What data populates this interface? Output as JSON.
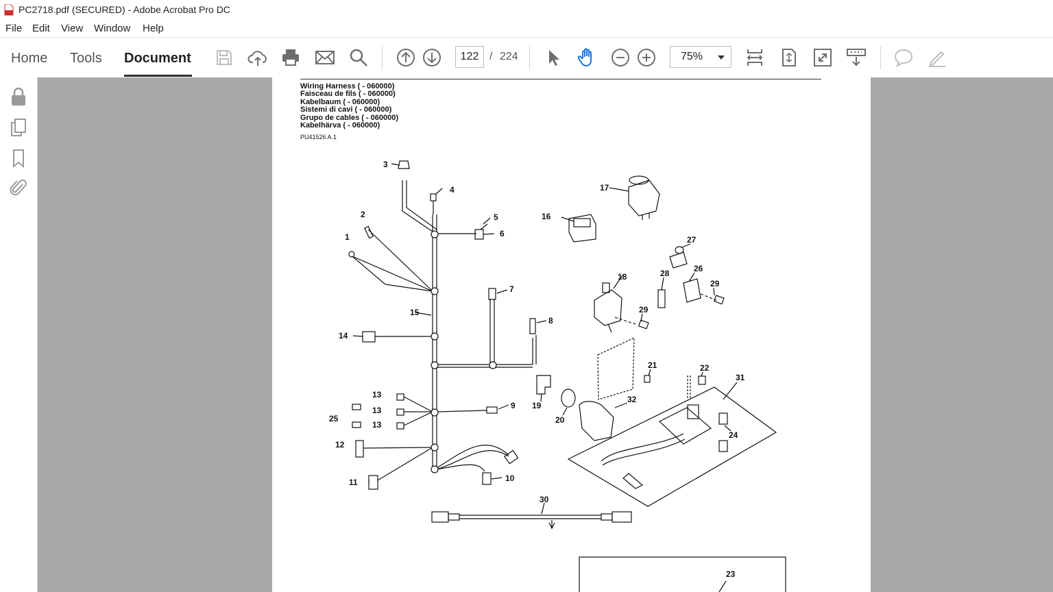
{
  "window": {
    "title": "PC2718.pdf (SECURED) - Adobe Acrobat Pro DC"
  },
  "menu": [
    "File",
    "Edit",
    "View",
    "Window",
    "Help"
  ],
  "tabs": {
    "home": "Home",
    "tools": "Tools",
    "document": "Document"
  },
  "navigation": {
    "current_page": "122",
    "separator": "/",
    "total_pages": "224"
  },
  "zoom": {
    "value": "75%"
  },
  "toolbar_icons": [
    "save-icon",
    "cloud-upload-icon",
    "print-icon",
    "email-icon",
    "search-icon",
    "page-up-icon",
    "page-down-icon",
    "select-pointer-icon",
    "hand-tool-icon",
    "zoom-out-icon",
    "zoom-in-icon",
    "scroll-mode-icon",
    "fit-page-icon",
    "fullscreen-icon",
    "read-mode-icon",
    "comment-icon",
    "sign-pen-icon"
  ],
  "left_panel_icons": [
    "lock-icon",
    "pages-icon",
    "bookmark-icon",
    "attachment-icon"
  ],
  "document": {
    "headings": [
      "Wiring Harness ( - 060000)",
      "Faisceau de fils ( - 060000)",
      "Kabelbaum ( - 060000)",
      "Sistemi di cavi ( - 060000)",
      "Grupo de cables ( - 060000)",
      "Kabelhärva ( - 060000)"
    ],
    "part_number": "PU41526 A.1",
    "callouts": [
      "1",
      "2",
      "3",
      "4",
      "5",
      "6",
      "7",
      "8",
      "9",
      "10",
      "11",
      "12",
      "13",
      "13",
      "13",
      "14",
      "15",
      "16",
      "17",
      "18",
      "19",
      "20",
      "21",
      "22",
      "23",
      "24",
      "25",
      "26",
      "27",
      "28",
      "29",
      "29",
      "30",
      "31",
      "32"
    ]
  },
  "colors": {
    "viewer_bg": "#a8a8a8",
    "toolbar_icon": "#6e6e6e",
    "hand_active": "#1473e6"
  }
}
